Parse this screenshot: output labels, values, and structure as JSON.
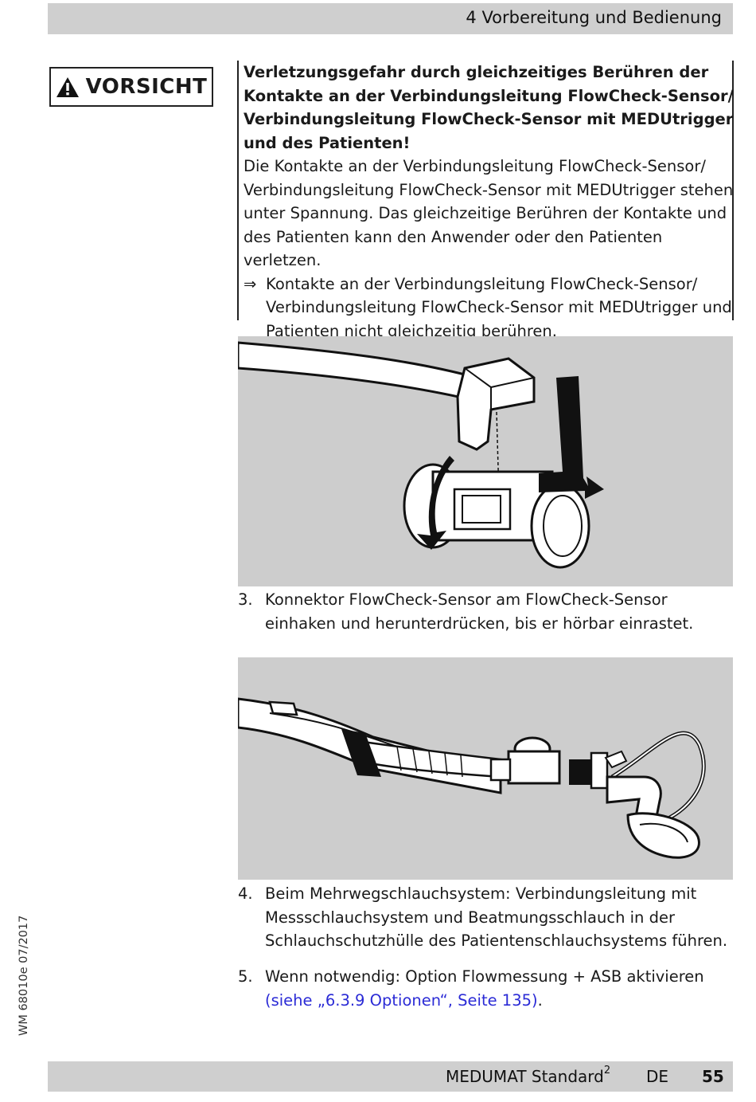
{
  "header": {
    "chapter_title": "4 Vorbereitung und Bedienung"
  },
  "warning": {
    "label": "VORSICHT",
    "title": "Verletzungsgefahr durch gleichzeitiges Berühren der Kontakte an der Verbindungsleitung FlowCheck-Sensor/ Verbindungsleitung FlowCheck-Sensor mit MEDUtrigger und des Patienten!",
    "text": "Die Kontakte an der Verbindungsleitung FlowCheck-Sensor/ Verbindungsleitung FlowCheck-Sensor mit MEDUtrigger stehen unter Spannung. Das gleichzeitige Berühren der Kontakte und des Patienten kann den Anwender oder den Patienten verletzen.",
    "action_symbol": "⇒",
    "action": "Kontakte an der Verbindungsleitung FlowCheck-Sensor/ Verbindungsleitung FlowCheck-Sensor mit MEDUtrigger und Patienten nicht gleichzeitig berühren."
  },
  "steps": [
    {
      "number": "3.",
      "text": "Konnektor FlowCheck-Sensor am FlowCheck-Sensor einhaken und herunterdrücken, bis er hörbar einrastet."
    },
    {
      "number": "4.",
      "text": "Beim Mehrwegschlauchsystem: Verbindungsleitung mit Messschlauchsystem und Beatmungsschlauch in der Schlauchschutzhülle des Patientenschlauchsystems führen."
    },
    {
      "number": "5.",
      "text": "Wenn notwendig: Option Flowmessung + ASB aktivieren",
      "xref": "(siehe „6.3.9 Optionen“, Seite 135)",
      "tail": "."
    }
  ],
  "side": {
    "doc_code": "WM 68010e 07/2017"
  },
  "footer": {
    "product": "MEDUMAT Standard",
    "product_sup": "2",
    "language": "DE",
    "page": "55"
  }
}
